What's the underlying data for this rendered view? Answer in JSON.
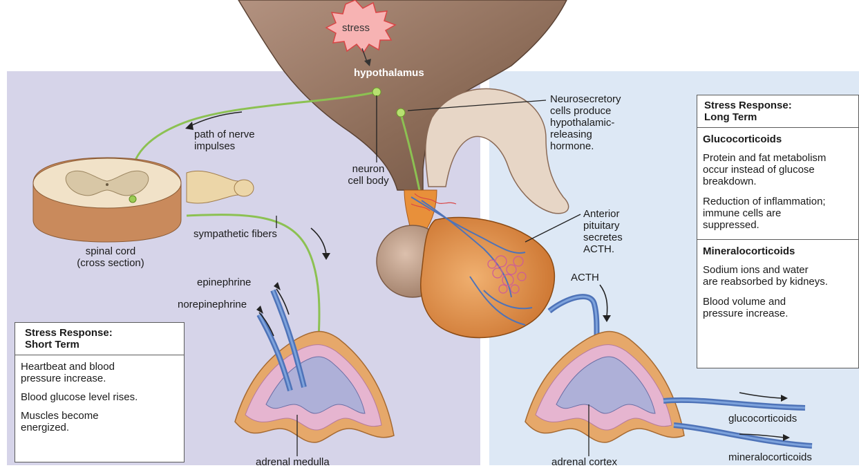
{
  "stress_label": "stress",
  "hypothalamus_label": "hypothalamus",
  "labels": {
    "path_of_nerve_impulses": [
      "path of nerve",
      "impulses"
    ],
    "neuron_cell_body": [
      "neuron",
      "cell body"
    ],
    "neurosecretory": [
      "Neurosecretory",
      "cells produce",
      "hypothalamic-",
      "releasing",
      "hormone."
    ],
    "spinal_cord": [
      "spinal cord",
      "(cross section)"
    ],
    "sympathetic_fibers": "sympathetic fibers",
    "anterior_pituitary": [
      "Anterior",
      "pituitary",
      "secretes",
      "ACTH."
    ],
    "acth": "ACTH",
    "epinephrine": "epinephrine",
    "norepinephrine": "norepinephrine",
    "adrenal_medulla": "adrenal medulla",
    "adrenal_cortex": "adrenal cortex",
    "glucocorticoids": "glucocorticoids",
    "mineralocorticoids": "mineralocorticoids"
  },
  "short_term_box": {
    "title": [
      "Stress Response:",
      "Short Term"
    ],
    "items": [
      [
        "Heartbeat and blood",
        "pressure increase."
      ],
      [
        "Blood glucose level rises."
      ],
      [
        "Muscles become",
        "energized."
      ]
    ]
  },
  "long_term_box": {
    "title": [
      "Stress Response:",
      "Long Term"
    ],
    "sections": [
      {
        "heading": "Glucocorticoids",
        "items": [
          [
            "Protein and fat metabolism",
            "occur instead of glucose",
            "breakdown."
          ],
          [
            "Reduction of inflammation;",
            "immune cells are",
            "suppressed."
          ]
        ]
      },
      {
        "heading": "Mineralocorticoids",
        "items": [
          [
            "Sodium ions and water",
            "are reabsorbed by kidneys."
          ],
          [
            "Blood volume and",
            "pressure increase."
          ]
        ]
      }
    ]
  },
  "colors": {
    "left_panel": "#d6d4e9",
    "right_panel": "#dde8f5",
    "brain_tissue": "#9a7661",
    "nerve": "#8cc152",
    "vessel": "#4e73b8",
    "gland_orange": "#e08a3a",
    "posterior_lobe": "#c9a186",
    "adrenal_pink": "#e6b5d0",
    "adrenal_core": "#aeb0d8"
  }
}
